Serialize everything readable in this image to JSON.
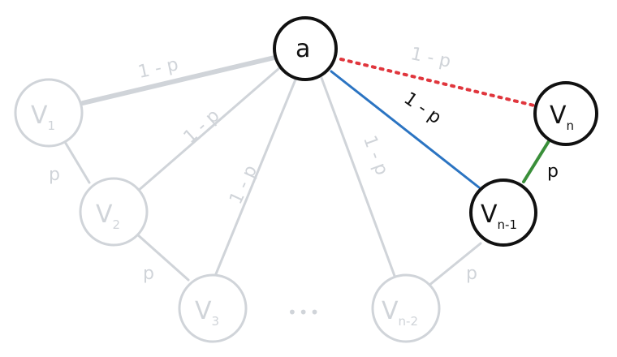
{
  "colors": {
    "faded": "#d0d4d9",
    "dark": "#111111",
    "blue": "#2b74c2",
    "red": "#e0363d",
    "green": "#3a8f3a"
  },
  "nodes": {
    "a": {
      "main": "a",
      "sub": ""
    },
    "v1": {
      "main": "V",
      "sub": "1"
    },
    "v2": {
      "main": "V",
      "sub": "2"
    },
    "v3": {
      "main": "V",
      "sub": "3"
    },
    "vn2": {
      "main": "V",
      "sub": "n-2"
    },
    "vn1": {
      "main": "V",
      "sub": "n-1"
    },
    "vn": {
      "main": "V",
      "sub": "n"
    }
  },
  "edge_labels": {
    "a_v1": "1 - p",
    "a_v2": "1 - p",
    "a_v3": "1 - p",
    "a_vn2": "1 - p",
    "a_vn1": "1 - p",
    "a_vn": "1 - p",
    "v1_v2": "p",
    "v2_v3": "p",
    "vn2_vn1": "p",
    "vn1_vn": "p"
  },
  "ellipsis": "•••"
}
